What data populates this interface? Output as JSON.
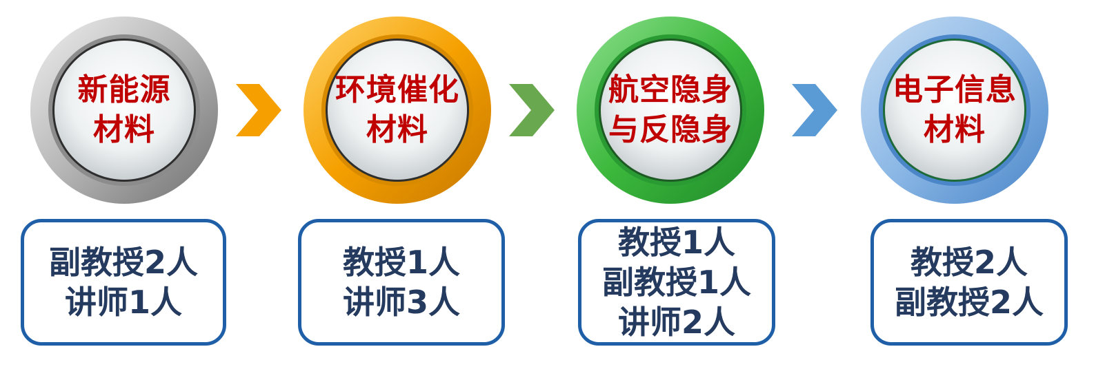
{
  "colors": {
    "label_text": "#c00000",
    "box_text": "#243a5e",
    "box_border": "#1f5fa8",
    "ring_gray": "#9a9a9a",
    "ring_orange": "#f5a000",
    "ring_green": "#3cb83c",
    "ring_blue": "#5b9bd5",
    "arrow_orange": "#f5a000",
    "arrow_green": "#6aa84f",
    "arrow_blue": "#5b9bd5"
  },
  "stages": [
    {
      "label_lines": [
        "新能源",
        "材料"
      ],
      "ring": "gray",
      "staff_lines": [
        "副教授2人",
        "讲师1人"
      ]
    },
    {
      "label_lines": [
        "环境催化",
        "材料"
      ],
      "ring": "orange",
      "staff_lines": [
        "教授1人",
        "讲师3人"
      ]
    },
    {
      "label_lines": [
        "航空隐身",
        "与反隐身"
      ],
      "ring": "green",
      "staff_lines": [
        "教授1人",
        "副教授1人",
        "讲师2人"
      ]
    },
    {
      "label_lines": [
        "电子信息",
        "材料"
      ],
      "ring": "blue",
      "staff_lines": [
        "教授2人",
        "副教授2人"
      ]
    }
  ],
  "arrows": [
    {
      "icon": "chevron-right-icon",
      "color": "orange"
    },
    {
      "icon": "chevron-right-icon",
      "color": "green"
    },
    {
      "icon": "chevron-right-icon",
      "color": "blue"
    }
  ]
}
